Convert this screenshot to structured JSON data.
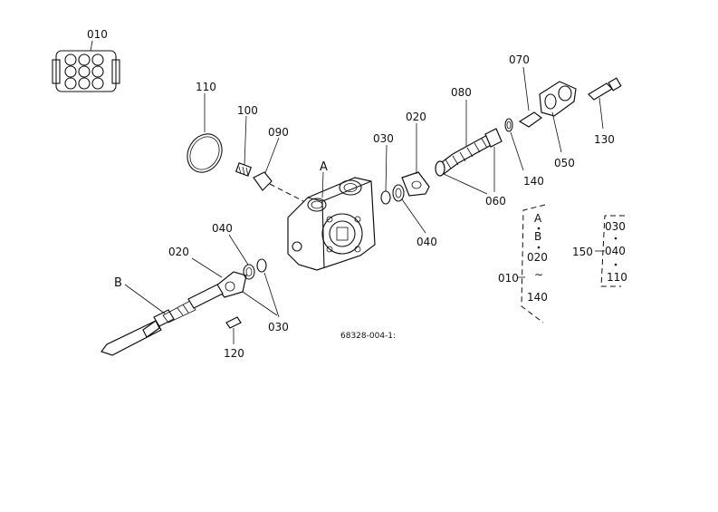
{
  "callouts": {
    "c010": "010",
    "c110": "110",
    "c100": "100",
    "c090": "090",
    "cA": "A",
    "c030a": "030",
    "c020a": "020",
    "c080": "080",
    "c070": "070",
    "c130": "130",
    "c050": "050",
    "c140a": "140",
    "c060": "060",
    "c040a": "040",
    "c040b": "040",
    "c020b": "020",
    "cB": "B",
    "c030b": "030",
    "c120": "120"
  },
  "figure_code": "68328-004-1:",
  "legend_left": {
    "l1": "A",
    "l2": "B",
    "l3": "020",
    "l4": "∼",
    "l5": "140",
    "group": "010"
  },
  "legend_right": {
    "r1": "030",
    "r2": "040",
    "r3": "110",
    "group": "150"
  }
}
